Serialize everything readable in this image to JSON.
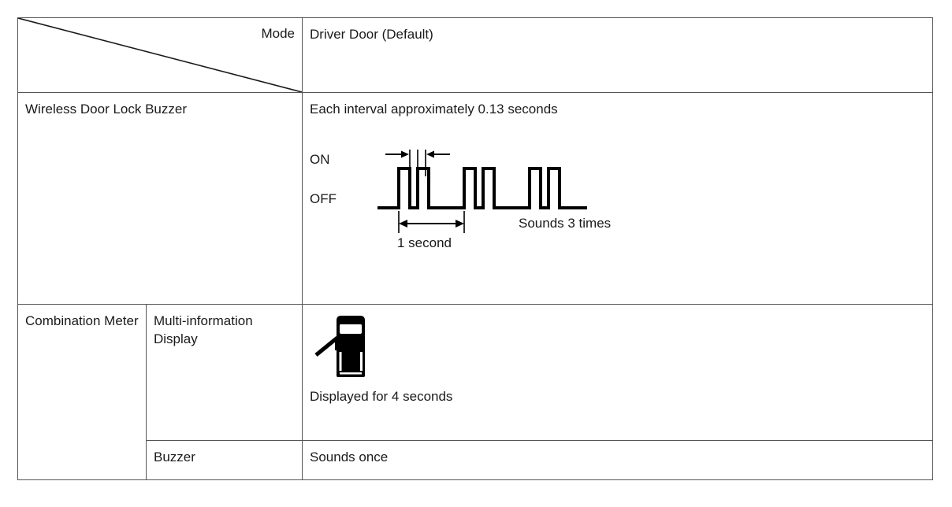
{
  "table": {
    "header": {
      "corner_label": "Mode",
      "mode_value": "Driver Door (Default)"
    },
    "rows": [
      {
        "group_label": "Wireless Door Lock Buzzer",
        "sub_label": null,
        "intro_text": "Each interval approximately 0.13 seconds",
        "diagram": {
          "on_label": "ON",
          "off_label": "OFF",
          "interval_note": "Each interval approximately 0.13 seconds",
          "duration_label": "1 second",
          "repeat_label": "Sounds 3 times"
        }
      },
      {
        "group_label": "Combination Meter",
        "sub_label": "Multi-information Display",
        "icon": "vehicle-open-door-icon",
        "caption": "Displayed for 4 seconds"
      },
      {
        "group_label": "Combination Meter",
        "sub_label": "Buzzer",
        "value": "Sounds once"
      }
    ]
  },
  "chart_data": {
    "type": "line",
    "title": "Wireless Door Lock Buzzer timing waveform",
    "xlabel": "",
    "ylabel": "",
    "levels": [
      "OFF",
      "ON"
    ],
    "level_labels": {
      "high": "ON",
      "low": "OFF"
    },
    "annotations": [
      "Each interval approximately 0.13 seconds",
      "1 second",
      "Sounds 3 times"
    ],
    "pulse_groups": 3,
    "pulses_per_group": 2,
    "interval_seconds": 0.13,
    "cycle_seconds": 1,
    "pulses": [
      {
        "group": 1,
        "index": 1,
        "start": 0.0,
        "end": 0.13
      },
      {
        "group": 1,
        "index": 2,
        "start": 0.26,
        "end": 0.39
      },
      {
        "group": 2,
        "index": 1,
        "start": 1.0,
        "end": 1.13
      },
      {
        "group": 2,
        "index": 2,
        "start": 1.26,
        "end": 1.39
      },
      {
        "group": 3,
        "index": 1,
        "start": 2.0,
        "end": 2.13
      },
      {
        "group": 3,
        "index": 2,
        "start": 2.26,
        "end": 2.39
      }
    ]
  },
  "colors": {
    "border": "#555555",
    "text": "#1a1a1a",
    "ink": "#000000",
    "background": "#ffffff"
  }
}
